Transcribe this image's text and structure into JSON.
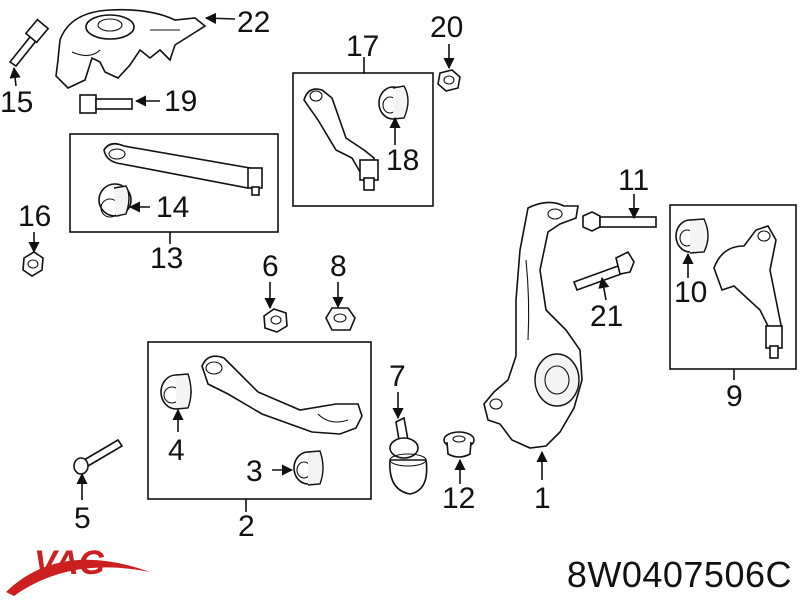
{
  "brand": {
    "name": "VAG",
    "color": "#cc1f1f"
  },
  "part_number": "8W0407506C",
  "callouts": {
    "c1": "1",
    "c2": "2",
    "c3": "3",
    "c4": "4",
    "c5": "5",
    "c6": "6",
    "c7": "7",
    "c8": "8",
    "c9": "9",
    "c10": "10",
    "c11": "11",
    "c12": "12",
    "c13": "13",
    "c14": "14",
    "c15": "15",
    "c16": "16",
    "c17": "17",
    "c18": "18",
    "c19": "19",
    "c20": "20",
    "c21": "21",
    "c22": "22"
  }
}
